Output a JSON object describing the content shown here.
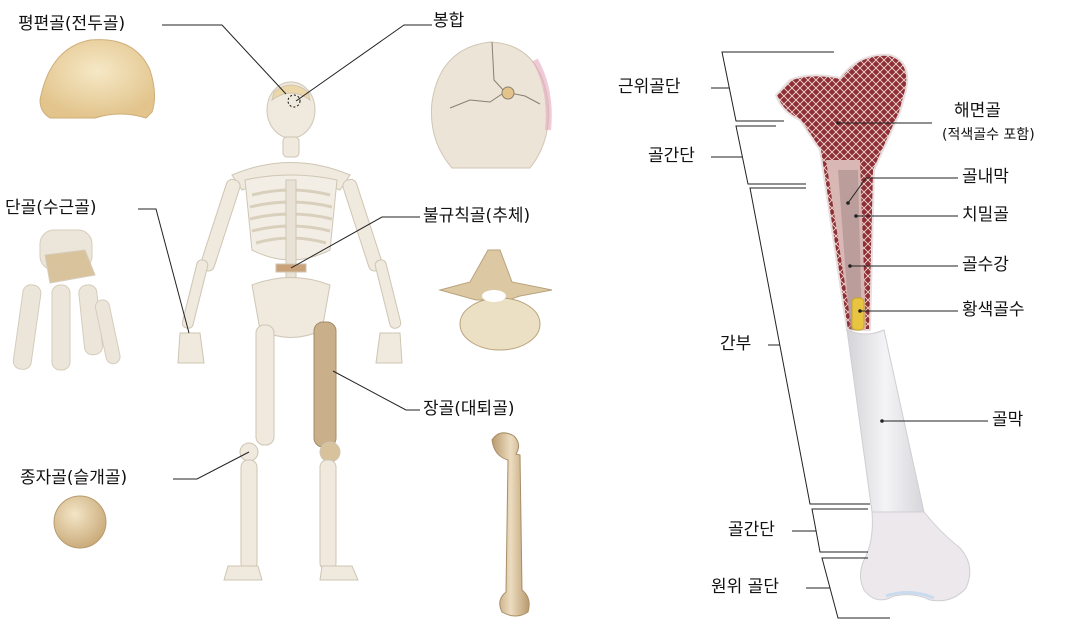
{
  "left_labels": {
    "flat_bone": "평편골(전두골)",
    "suture": "봉합",
    "short_bone": "단골(수근골)",
    "irregular_bone": "불규칙골(추체)",
    "long_bone": "장골(대퇴골)",
    "sesamoid_bone": "종자골(슬개골)"
  },
  "right_labels": {
    "proximal_epiphysis": "근위골단",
    "metaphysis_top": "골간단",
    "diaphysis": "간부",
    "metaphysis_bottom": "골간단",
    "distal_epiphysis": "원위 골단",
    "spongy_bone": "해면골",
    "spongy_bone_note": "(적색골수 포함)",
    "endosteum": "골내막",
    "compact_bone": "치밀골",
    "medullary_cavity": "골수강",
    "yellow_marrow": "황색골수",
    "periosteum": "골막"
  },
  "colors": {
    "bone_light": "#ece4d6",
    "bone_tan": "#c9b08a",
    "skull_flat": "#ecd7a8",
    "spongy_red": "#9b3a3f",
    "yellow_marrow": "#e8c443",
    "periosteum": "#e6e6e8",
    "line": "#222222"
  }
}
